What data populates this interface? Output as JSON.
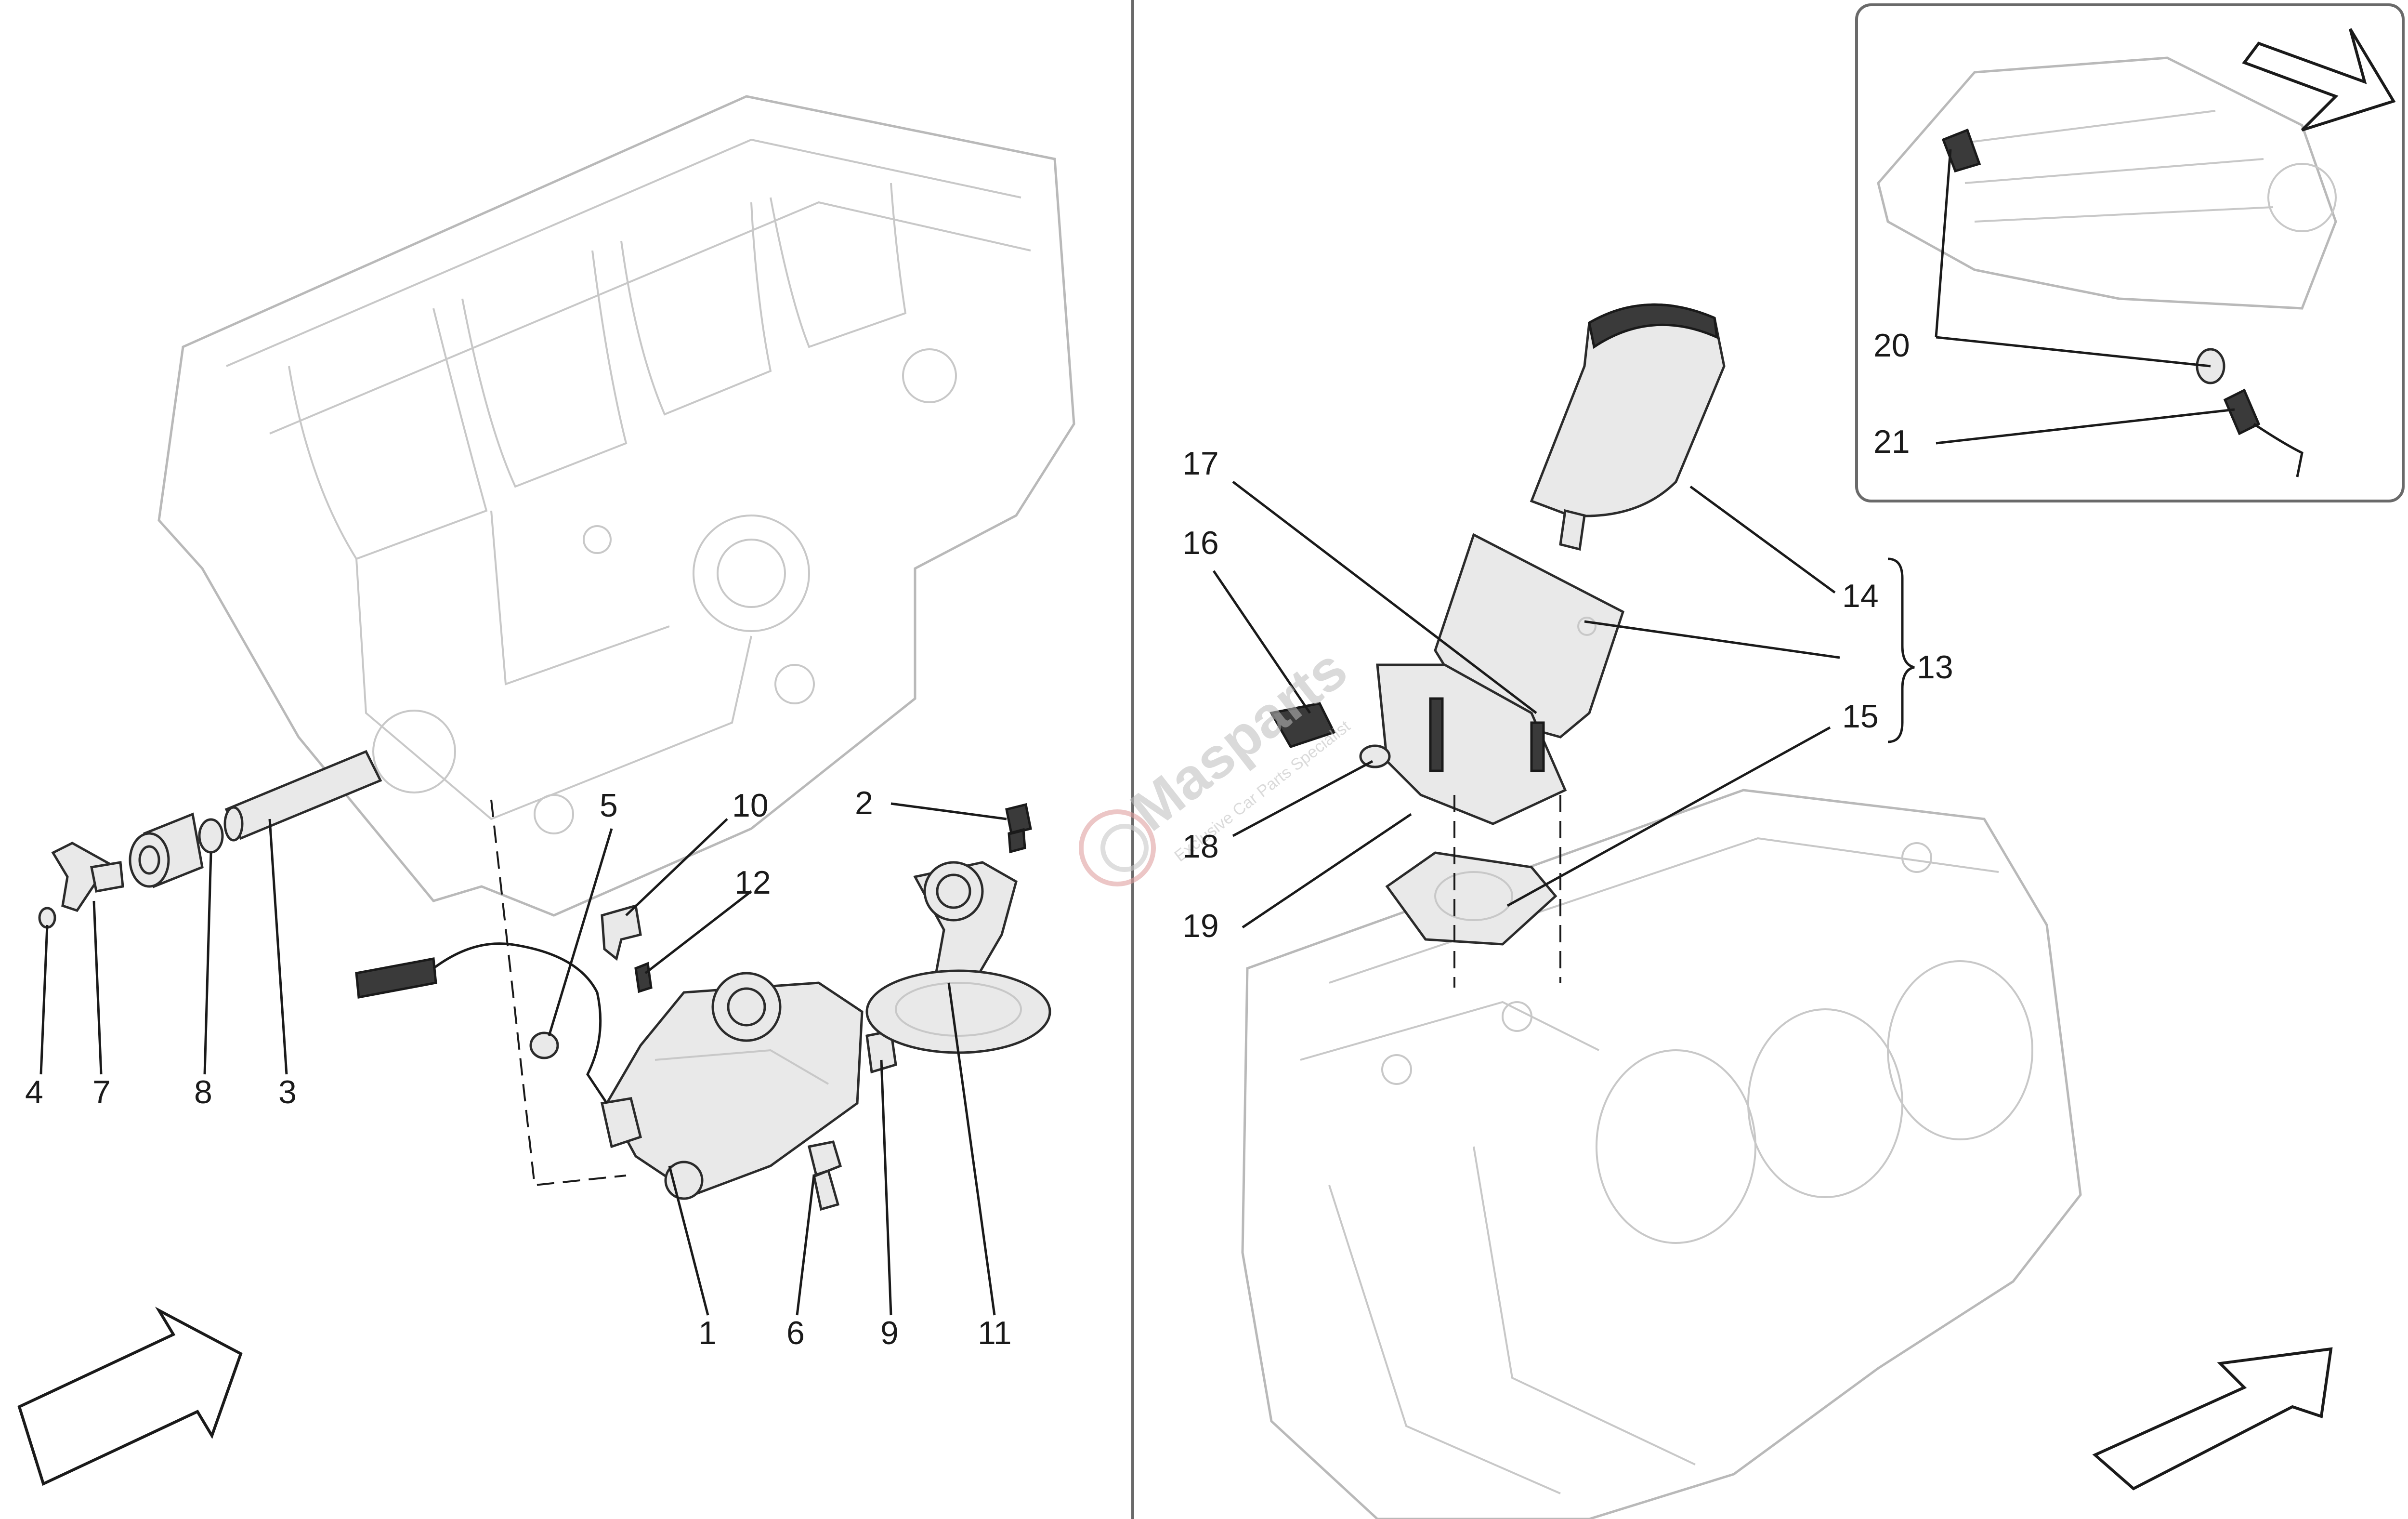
{
  "diagram": {
    "watermark": {
      "brand": "Masparts",
      "tagline": "Exclusive Car Parts Specialist"
    },
    "callouts": [
      "1",
      "2",
      "3",
      "4",
      "5",
      "6",
      "7",
      "8",
      "9",
      "10",
      "11",
      "12",
      "13",
      "14",
      "15",
      "16",
      "17",
      "18",
      "19",
      "20",
      "21"
    ]
  }
}
